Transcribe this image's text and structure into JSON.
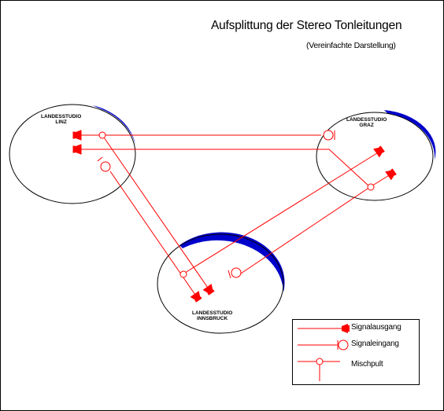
{
  "diagram": {
    "title": "Aufsplittung der Stereo Tonleitungen",
    "subtitle": "(Vereinfachte Darstellung)",
    "colors": {
      "line": "#ff0000",
      "outline": "#000000",
      "shadow": "#0000cc",
      "background": "#ffffff"
    },
    "nodes": [
      {
        "id": "linz",
        "label_line1": "LANDESSTUDIO",
        "label_line2": "LINZ"
      },
      {
        "id": "graz",
        "label_line1": "LANDESSTUDIO",
        "label_line2": "GRAZ"
      },
      {
        "id": "innsbruck",
        "label_line1": "LANDESSTUDIO",
        "label_line2": "INNSBRUCK"
      }
    ],
    "legend": {
      "output_label": "Signalausgang",
      "input_label": "Signaleingang",
      "mixer_label": "Mischpult"
    }
  }
}
